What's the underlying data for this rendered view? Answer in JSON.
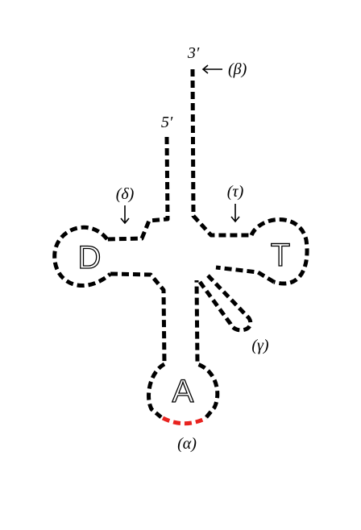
{
  "diagram": {
    "end_labels": {
      "three_prime": "3′",
      "five_prime": "5′"
    },
    "greek_labels": {
      "beta": "(β)",
      "delta": "(δ)",
      "tau": "(τ)",
      "gamma": "(γ)",
      "alpha": "(α)"
    },
    "loop_labels": {
      "d": "D",
      "t": "T",
      "a": "A"
    },
    "colors": {
      "strand": "#000000",
      "highlight": "#e8231f",
      "background": "#ffffff"
    }
  }
}
